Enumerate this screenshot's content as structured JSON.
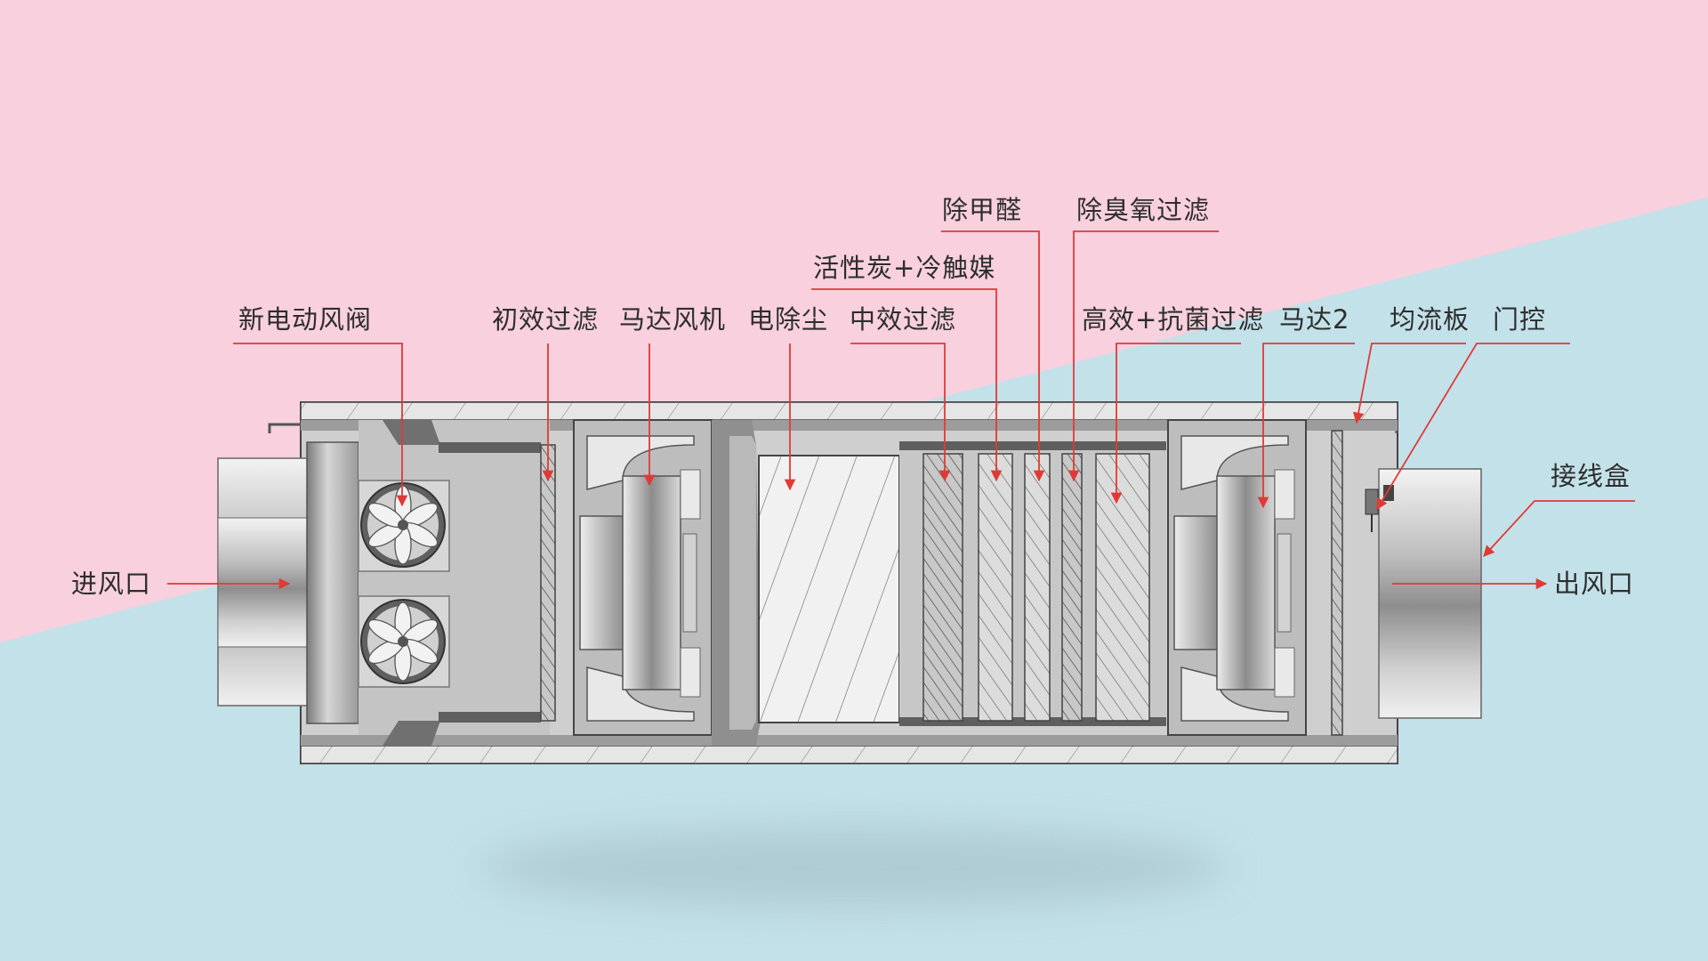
{
  "colors": {
    "pink": "#f8d0de",
    "blue": "#c3e1e9",
    "accent_red": "#e03a36",
    "text": "#2e2e2e",
    "metal_dark": "#5b5b5b",
    "metal_mid": "#a9a9a9",
    "metal_light": "#dcdcdc"
  },
  "labels": {
    "damper": "新电动风阀",
    "primary_filter": "初效过滤",
    "motor_fan": "马达风机",
    "electrostatic": "电除尘",
    "medium_filter": "中效过滤",
    "carbon_catalyst": "活性炭+冷触媒",
    "formaldehyde": "除甲醛",
    "ozone_filter": "除臭氧过滤",
    "hepa_antibacterial": "高效+抗菌过滤",
    "motor2": "马达2",
    "flow_plate": "均流板",
    "door_control": "门控",
    "junction_box": "接线盒",
    "air_inlet": "进风口",
    "air_outlet": "出风口"
  }
}
